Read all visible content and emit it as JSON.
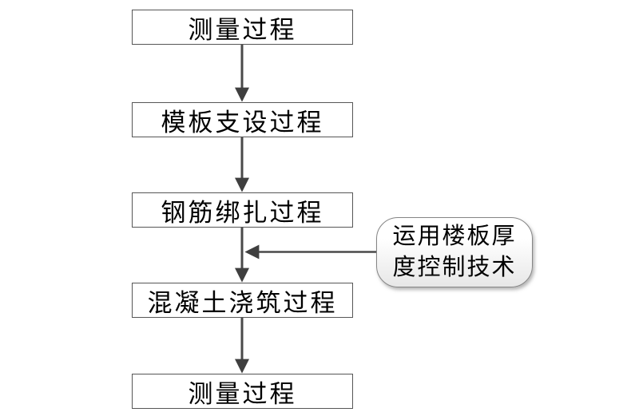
{
  "diagram": {
    "type": "flowchart",
    "direction": "top-down",
    "steps": [
      {
        "id": 1,
        "label": "测量过程"
      },
      {
        "id": 2,
        "label": "模板支设过程"
      },
      {
        "id": 3,
        "label": "钢筋绑扎过程"
      },
      {
        "id": 4,
        "label": "混凝土浇筑过程"
      },
      {
        "id": 5,
        "label": "测量过程"
      }
    ],
    "connections": [
      {
        "from": "测量过程",
        "to": "模板支设过程"
      },
      {
        "from": "模板支设过程",
        "to": "钢筋绑扎过程"
      },
      {
        "from": "钢筋绑扎过程",
        "to": "混凝土浇筑过程"
      },
      {
        "from": "混凝土浇筑过程",
        "to": "测量过程"
      },
      {
        "from": "运用楼板厚度控制技术",
        "to": "钢筋绑扎过程→混凝土浇筑过程 连线"
      }
    ],
    "annotation": {
      "full_text": "运用楼板厚度控制技术",
      "line1": "运用楼板厚",
      "line2": "度控制技术",
      "shape": "rounded-rectangle"
    },
    "colors": {
      "background": "#ffffff",
      "box_fill": "#ffffff",
      "box_border": "#565656",
      "arrow": "#4a4a4a",
      "arrowhead": "#3f3f3f",
      "text": "#000000",
      "note_border": "#858585",
      "note_fill_top": "#ffffff",
      "note_fill_bottom": "#e7e7e7"
    }
  }
}
